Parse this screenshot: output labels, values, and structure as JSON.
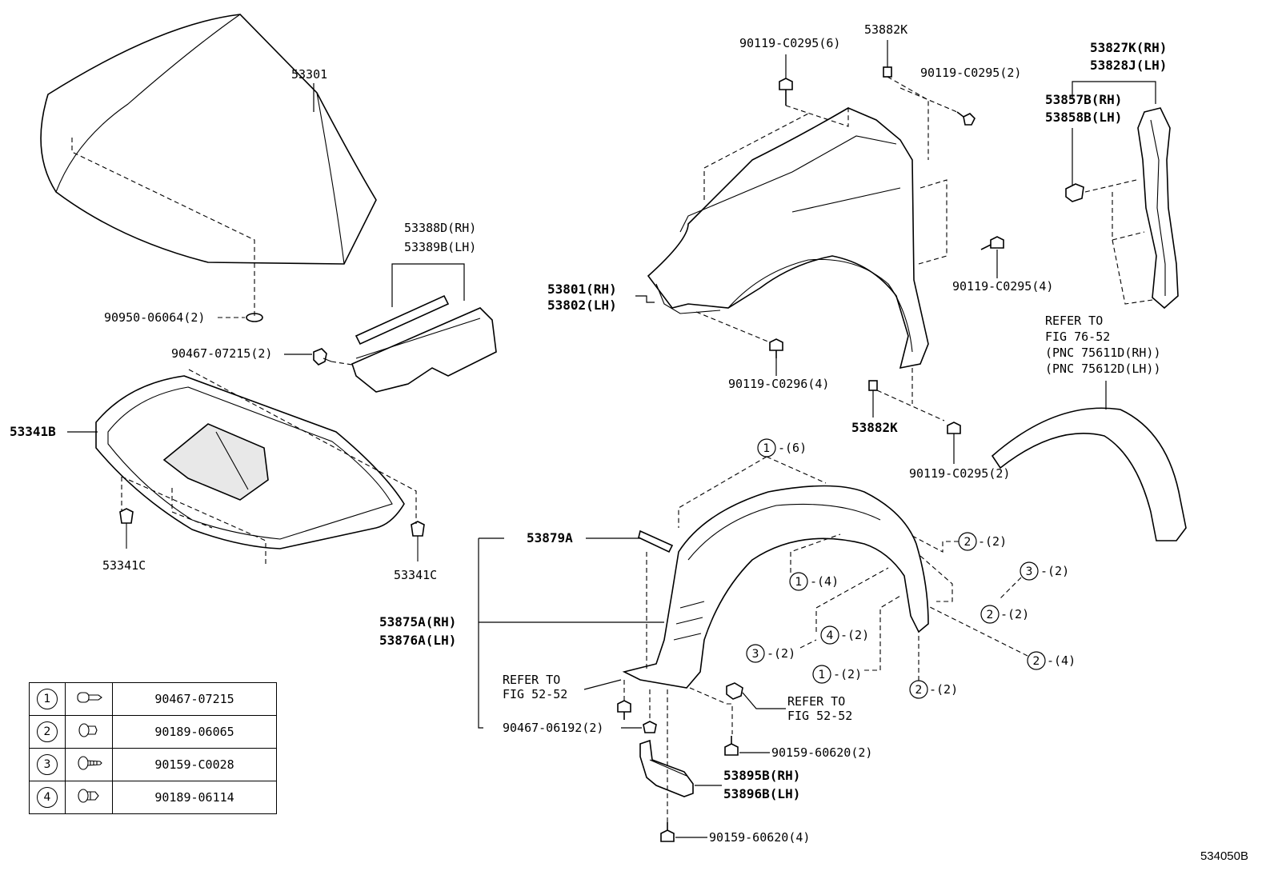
{
  "labels": {
    "hood": "53301",
    "hood_plug": "90950-06064(2)",
    "hood_seal": [
      "53388D(RH)",
      "53389B(LH)"
    ],
    "hood_clip": "90467-07215(2)",
    "insulator": "53341B",
    "insulator_clip_l": "53341C",
    "insulator_clip_r": "53341C",
    "fender": [
      "53801(RH)",
      "53802(LH)"
    ],
    "fender_bolt_top": "90119-C0295(6)",
    "fender_nut_top": "53882K",
    "fender_bolt_top2": "90119-C0295(2)",
    "fender_bolt_rear": "90119-C0295(4)",
    "fender_bolt_front": "90119-C0296(4)",
    "fender_nut_bottom": "53882K",
    "fender_bolt_bottom": "90119-C0295(2)",
    "protector": [
      "53827K(RH)",
      "53828J(LH)"
    ],
    "protector_clip": [
      "53857B(RH)",
      "53858B(LH)"
    ],
    "refer_flare": [
      "REFER TO",
      "FIG 76-52",
      "(PNC 75611D(RH))",
      "(PNC 75612D(LH))"
    ],
    "liner_bracket": "53879A",
    "liner": [
      "53875A(RH)",
      "53876A(LH)"
    ],
    "refer_a": [
      "REFER TO",
      "FIG 52-52"
    ],
    "refer_b": [
      "REFER TO",
      "FIG 52-52"
    ],
    "liner_clip": "90467-06192(2)",
    "screw_a": "90159-60620(2)",
    "mudguard": [
      "53895B(RH)",
      "53896B(LH)"
    ],
    "screw_b": "90159-60620(4)"
  },
  "callouts": [
    {
      "num": "1",
      "qty": "-(6)"
    },
    {
      "num": "1",
      "qty": "-(4)"
    },
    {
      "num": "2",
      "qty": "-(2)"
    },
    {
      "num": "3",
      "qty": "-(2)"
    },
    {
      "num": "2",
      "qty": "-(2)"
    },
    {
      "num": "4",
      "qty": "-(2)"
    },
    {
      "num": "3",
      "qty": "-(2)"
    },
    {
      "num": "1",
      "qty": "-(2)"
    },
    {
      "num": "2",
      "qty": "-(4)"
    },
    {
      "num": "2",
      "qty": "-(2)"
    }
  ],
  "legend": [
    {
      "key": "1",
      "part": "90467-07215",
      "icon": "push-clip-icon"
    },
    {
      "key": "2",
      "part": "90189-06065",
      "icon": "grommet-clip-icon"
    },
    {
      "key": "3",
      "part": "90159-C0028",
      "icon": "screw-clip-icon"
    },
    {
      "key": "4",
      "part": "90189-06114",
      "icon": "rivet-clip-icon"
    }
  ],
  "illustration_code": "534050B"
}
